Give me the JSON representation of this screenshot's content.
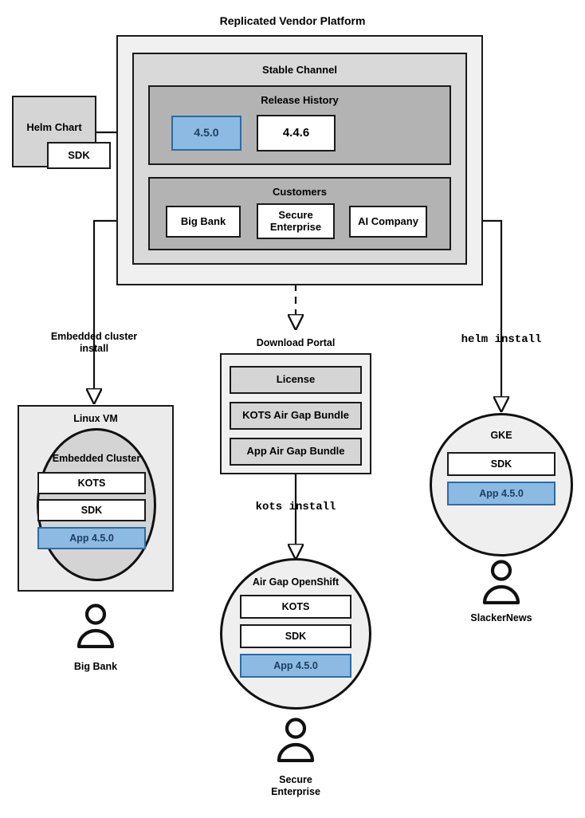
{
  "diagram": {
    "title": "Replicated Vendor Platform",
    "colors": {
      "accent_blue_fill": "#8cbae2",
      "accent_blue_border": "#2b6ca3",
      "accent_blue_text": "#1c3f60",
      "level_outer": "#f0f0f0",
      "level_mid": "#d9d9d9",
      "level_inner": "#b3b3b3",
      "white": "#ffffff",
      "stroke": "#1a1a1a"
    }
  },
  "helm_chart": {
    "title": "Helm Chart",
    "sdk_label": "SDK"
  },
  "platform": {
    "stable_channel": {
      "title": "Stable Channel",
      "release_history": {
        "title": "Release History",
        "releases": [
          {
            "version": "4.5.0",
            "highlighted": true
          },
          {
            "version": "4.4.6",
            "highlighted": false
          }
        ]
      },
      "customers": {
        "title": "Customers",
        "items": [
          {
            "name": "Big Bank"
          },
          {
            "name": "Secure\nEnterprise"
          },
          {
            "name": "AI Company"
          }
        ]
      }
    }
  },
  "flows": {
    "embedded_cluster_install": "Embedded cluster\ninstall",
    "kots_install": "kots install",
    "helm_install": "helm install"
  },
  "download_portal": {
    "title": "Download Portal",
    "artifacts": [
      "License",
      "KOTS Air Gap Bundle",
      "App Air Gap Bundle"
    ]
  },
  "targets": [
    {
      "id": "linux-vm",
      "shape": "rect",
      "title": "Linux VM",
      "inner": {
        "shape": "circle",
        "title": "Embedded Cluster",
        "components": [
          {
            "label": "KOTS",
            "highlighted": false
          },
          {
            "label": "SDK",
            "highlighted": false
          },
          {
            "label": "App 4.5.0",
            "highlighted": true
          }
        ]
      },
      "actor": "Big Bank"
    },
    {
      "id": "air-gap-openshift",
      "shape": "circle",
      "title": "Air Gap OpenShift",
      "components": [
        {
          "label": "KOTS",
          "highlighted": false
        },
        {
          "label": "SDK",
          "highlighted": false
        },
        {
          "label": "App 4.5.0",
          "highlighted": true
        }
      ],
      "actor": "Secure\nEnterprise"
    },
    {
      "id": "gke",
      "shape": "circle",
      "title": "GKE",
      "components": [
        {
          "label": "SDK",
          "highlighted": false
        },
        {
          "label": "App 4.5.0",
          "highlighted": true
        }
      ],
      "actor": "SlackerNews"
    }
  ]
}
